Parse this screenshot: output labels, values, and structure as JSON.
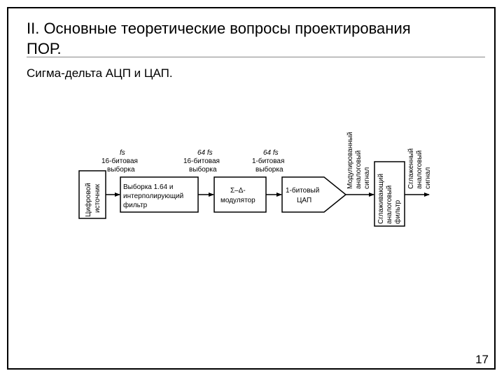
{
  "slide": {
    "title_line1": "II. Основные теоретические вопросы проектирования",
    "title_line2": "ПОР.",
    "subtitle": "Сигма-дельта АЦП и ЦАП.",
    "page_number": "17"
  },
  "diagram": {
    "blocks": {
      "digital_source": [
        "Цифровой",
        "источник"
      ],
      "interpolating_filter": [
        "Выборка 1.64 и",
        "интерполирующий",
        "фильтр"
      ],
      "sigma_delta_modulator": [
        "Σ–Δ-",
        "модулятор"
      ],
      "one_bit_dac": [
        "1-битовый",
        "ЦАП"
      ],
      "smoothing_filter": [
        "Сглаживающий",
        "аналоговый",
        "фильтр"
      ]
    },
    "signals": {
      "fs_16bit": {
        "rate": "fs",
        "lines": [
          "16-битовая",
          "выборка"
        ]
      },
      "64fs_16bit": {
        "rate": "64 fs",
        "lines": [
          "16-битовая",
          "выборка"
        ]
      },
      "64fs_1bit": {
        "rate": "64 fs",
        "lines": [
          "1-битовая",
          "выборка"
        ]
      },
      "modulated_analog": [
        "Модулированный",
        "аналоговый",
        "сигнал"
      ],
      "smoothed_analog": [
        "Сглаженный",
        "аналоговый",
        "сигнал"
      ]
    }
  }
}
